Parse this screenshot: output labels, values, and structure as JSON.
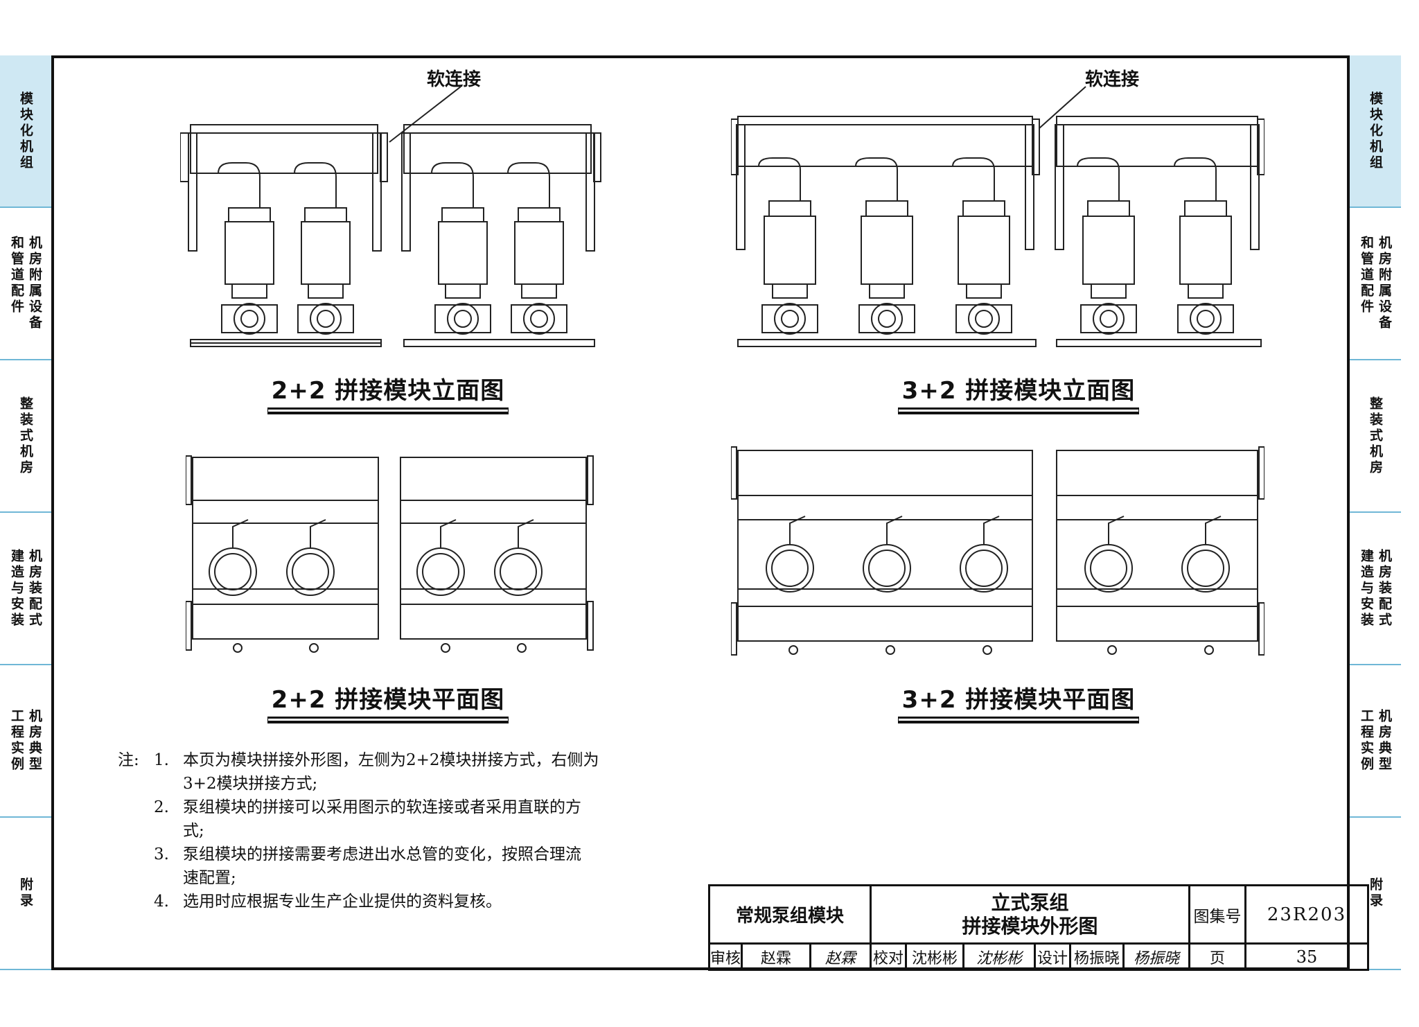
{
  "left_tabs": [
    {
      "cols": [
        "模块化机组"
      ],
      "active": true
    },
    {
      "cols": [
        "机房附属设备",
        "和管道配件"
      ],
      "active": false
    },
    {
      "cols": [
        "整装式机房"
      ],
      "active": false
    },
    {
      "cols": [
        "机房装配式",
        "建造与安装"
      ],
      "active": false
    },
    {
      "cols": [
        "机房典型",
        "工程实例"
      ],
      "active": false
    },
    {
      "cols": [
        "附录"
      ],
      "active": false
    }
  ],
  "drawings": {
    "callout_label": "软连接",
    "elev_22_title": "2+2 拼接模块立面图",
    "elev_32_title": "3+2 拼接模块立面图",
    "plan_22_title": "2+2 拼接模块平面图",
    "plan_32_title": "3+2 拼接模块平面图"
  },
  "notes": {
    "label": "注:",
    "items": [
      {
        "num": "1.",
        "lines": [
          "本页为模块拼接外形图，左侧为2+2模块拼接方式，右侧为",
          "3+2模块拼接方式;"
        ]
      },
      {
        "num": "2.",
        "lines": [
          "泵组模块的拼接可以采用图示的软连接或者采用直联的方",
          "式;"
        ]
      },
      {
        "num": "3.",
        "lines": [
          "泵组模块的拼接需要考虑进出水总管的变化，按照合理流",
          "速配置;"
        ]
      },
      {
        "num": "4.",
        "lines": [
          "选用时应根据专业生产企业提供的资料复核。"
        ]
      }
    ]
  },
  "title_block": {
    "category": "常规泵组模块",
    "title_line1": "立式泵组",
    "title_line2": "拼接模块外形图",
    "atlas_label": "图集号",
    "atlas_no": "23R203",
    "review_label": "审核",
    "reviewer": "赵霖",
    "reviewer_sig": "赵霖",
    "check_label": "校对",
    "checker": "沈彬彬",
    "checker_sig": "沈彬彬",
    "design_label": "设计",
    "designer": "杨振晓",
    "designer_sig": "杨振晓",
    "page_label": "页",
    "page_no": "35"
  }
}
